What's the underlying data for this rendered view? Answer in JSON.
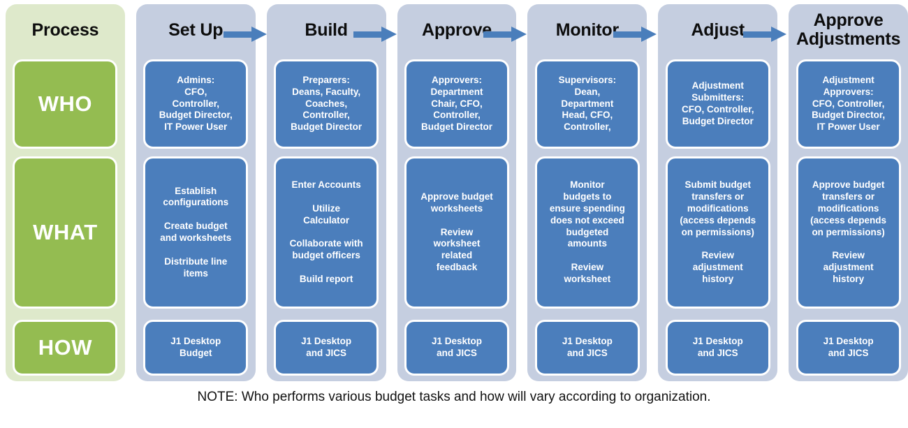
{
  "legend_column": {
    "title": "Process",
    "rows": [
      {
        "key": "who",
        "label": "WHO"
      },
      {
        "key": "what",
        "label": "WHAT"
      },
      {
        "key": "how",
        "label": "HOW"
      }
    ]
  },
  "stages": [
    {
      "title": "Set Up",
      "who": "Admins:\nCFO,\nController,\nBudget Director,\nIT Power User",
      "what": "Establish\nconfigurations\n\nCreate budget\nand worksheets\n\nDistribute line\nitems",
      "how": "J1 Desktop\nBudget"
    },
    {
      "title": "Build",
      "who": "Preparers:\nDeans, Faculty,\nCoaches,\nController,\nBudget Director",
      "what": "Enter Accounts\n\nUtilize\nCalculator\n\nCollaborate with\nbudget officers\n\nBuild report",
      "how": "J1 Desktop\nand JICS"
    },
    {
      "title": "Approve",
      "who": "Approvers:\nDepartment\nChair, CFO,\nController,\nBudget Director",
      "what": "Approve budget\nworksheets\n\nReview\nworksheet\nrelated\nfeedback",
      "how": "J1 Desktop\nand JICS"
    },
    {
      "title": "Monitor",
      "who": "Supervisors:\nDean,\nDepartment\nHead, CFO,\nController,",
      "what": "Monitor\nbudgets to\nensure spending\ndoes not exceed\nbudgeted\namounts\n\nReview\nworksheet",
      "how": "J1 Desktop\nand JICS"
    },
    {
      "title": "Adjust",
      "who": "Adjustment\nSubmitters:\nCFO, Controller,\nBudget Director",
      "what": "Submit budget\ntransfers or\nmodifications\n(access depends\non permissions)\n\nReview\nadjustment\nhistory",
      "how": "J1 Desktop\nand JICS"
    },
    {
      "title": "Approve\nAdjustments",
      "who": "Adjustment\nApprovers:\nCFO, Controller,\nBudget Director,\nIT Power User",
      "what": "Approve budget\ntransfers or\nmodifications\n(access depends\non permissions)\n\nReview\nadjustment\nhistory",
      "how": "J1 Desktop\nand JICS"
    }
  ],
  "arrows": [
    {
      "name": "arrow-setup-to-build"
    },
    {
      "name": "arrow-build-to-approve"
    },
    {
      "name": "arrow-approve-to-monitor"
    },
    {
      "name": "arrow-monitor-to-adjust"
    },
    {
      "name": "arrow-adjust-to-approve-adjustments"
    }
  ],
  "note": "NOTE: Who performs various budget tasks and how will vary according to organization.",
  "colors": {
    "legend_column_bg": "#DEE9CB",
    "legend_card": "#94BC51",
    "stage_column_bg": "#C5CEE0",
    "stage_card": "#4B7EBC",
    "arrow": "#4A7EBB",
    "card_border": "#FFFFFF",
    "title_text": "#0D0D0D",
    "card_text": "#FFFFFF"
  }
}
